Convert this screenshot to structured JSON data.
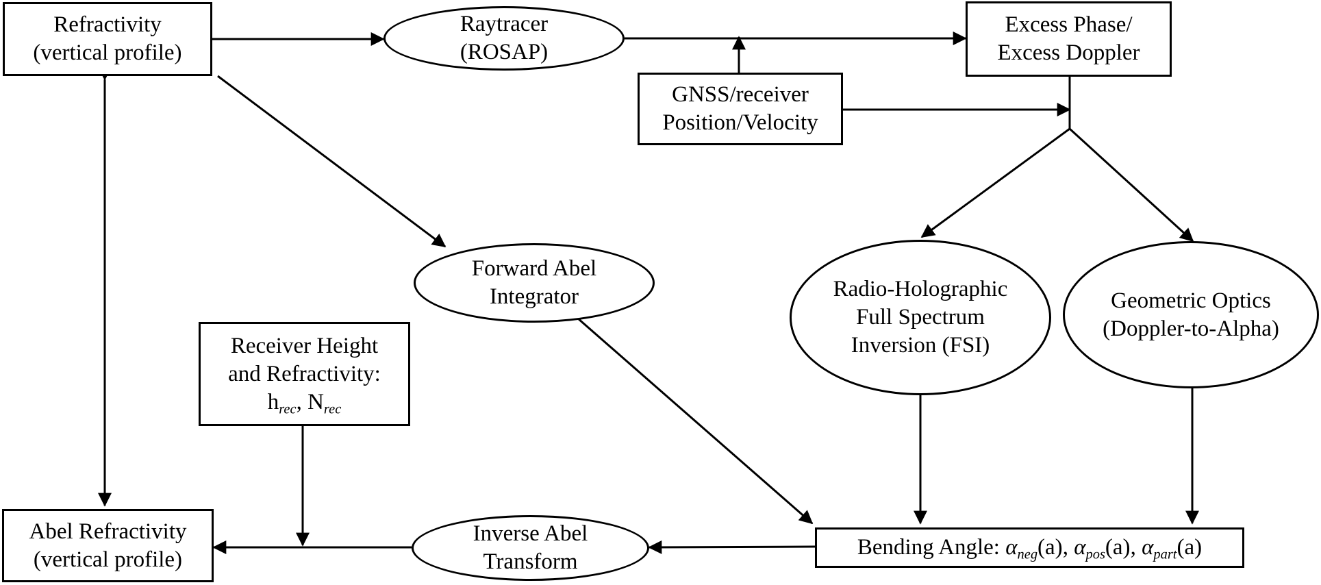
{
  "nodes": {
    "refractivity": {
      "lines": [
        "Refractivity",
        "(vertical profile)"
      ]
    },
    "raytracer": {
      "lines": [
        "Raytracer",
        "(ROSAP)"
      ]
    },
    "excess": {
      "lines": [
        "Excess Phase/",
        "Excess Doppler"
      ]
    },
    "gnss": {
      "lines": [
        "GNSS/receiver",
        "Position/Velocity"
      ]
    },
    "forward_abel": {
      "lines": [
        "Forward Abel",
        "Integrator"
      ]
    },
    "fsi": {
      "lines": [
        "Radio-Holographic",
        "Full Spectrum",
        "Inversion (FSI)"
      ]
    },
    "go": {
      "lines": [
        "Geometric Optics",
        "(Doppler-to-Alpha)"
      ]
    },
    "receiver": {
      "lines": [
        "Receiver Height",
        "and Refractivity:"
      ],
      "h": "h",
      "n": "N",
      "sub": "rec",
      "sep": ", "
    },
    "abel_refr": {
      "lines": [
        "Abel Refractivity",
        "(vertical profile)"
      ]
    },
    "inverse_abel": {
      "lines": [
        "Inverse Abel",
        "Transform"
      ]
    },
    "bending": {
      "prefix": "Bending Angle: ",
      "alpha": "α",
      "terms": [
        {
          "sub": "neg",
          "arg": "(a)"
        },
        {
          "sub": "pos",
          "arg": "(a)"
        },
        {
          "sub": "part",
          "arg": "(a)"
        }
      ],
      "sep": ", "
    }
  }
}
